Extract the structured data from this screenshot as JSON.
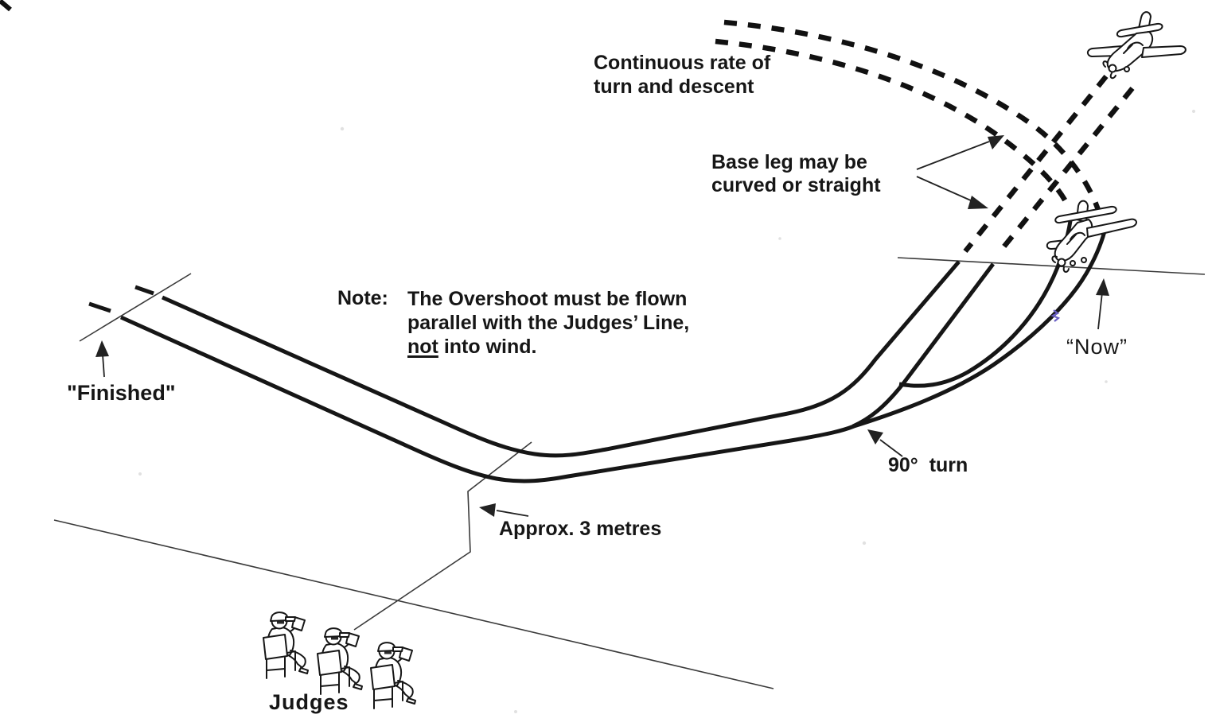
{
  "labels": {
    "continuous_rate_line1": "Continuous rate of",
    "continuous_rate_line2": "turn and descent",
    "base_leg_line1": "Base leg may be",
    "base_leg_line2": "curved or straight",
    "now": "“Now”",
    "note_prefix": "Note:",
    "note_line1": "The Overshoot must be flown",
    "note_line2": "parallel with the Judges’ Line,",
    "note_line3_underlined": "not",
    "note_line3_rest": " into wind.",
    "finished": "\"Finished\"",
    "ninety_turn": "90°  turn",
    "approx_3_metres": "Approx. 3 metres",
    "judges": "Judges"
  },
  "colors": {
    "ink": "#1a1a1a",
    "background": "#ffffff",
    "pen_artifact": "#6a5fc4"
  },
  "figures": {
    "aircraft_count": 2,
    "judge_count": 3,
    "icons": [
      "airplane-icon",
      "judge-figure",
      "arrow-icon"
    ]
  }
}
